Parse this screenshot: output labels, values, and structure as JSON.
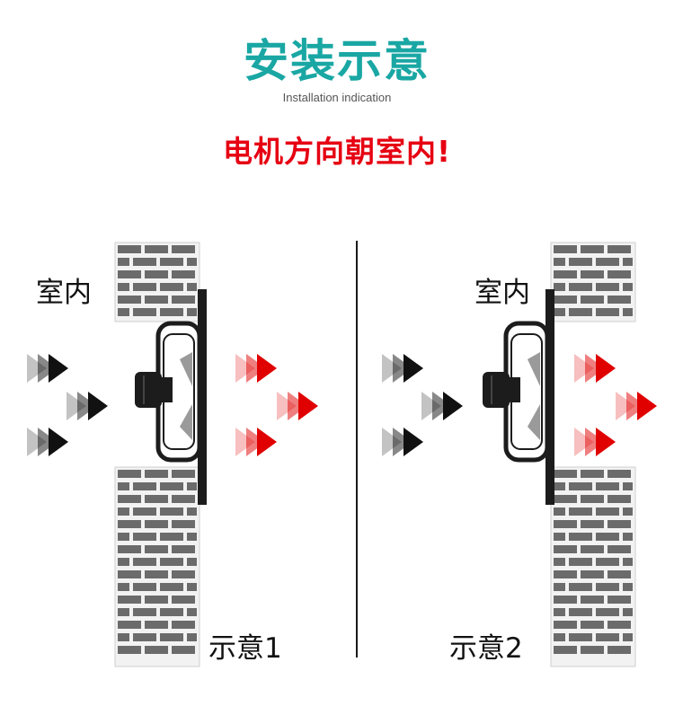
{
  "header": {
    "title": "安装示意",
    "subtitle": "Installation indication",
    "warning": "电机方向朝室内!"
  },
  "colors": {
    "title": "#1aa7a4",
    "warning": "#e60012",
    "brick": "#6b6b6b",
    "mortar": "#f2f2f2",
    "fan_body": "#1c1c1c",
    "arrow_dark": "#111111",
    "arrow_red": "#e00000"
  },
  "diagram_1": {
    "indoor_label": "室内",
    "caption": "示意1"
  },
  "diagram_2": {
    "indoor_label": "室内",
    "caption": "示意2"
  },
  "icons": [
    "brick-wall",
    "exhaust-fan",
    "black-airflow-arrows",
    "red-airflow-arrows"
  ]
}
